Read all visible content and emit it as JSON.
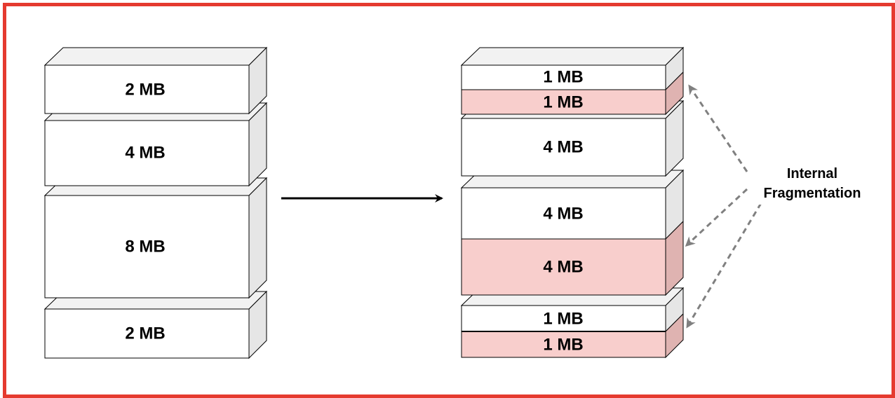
{
  "colors": {
    "border": "#e53a2f",
    "block_face": "#ffffff",
    "block_top": "#f2f2f2",
    "block_side": "#e6e6e6",
    "fragment_face": "#f8cecc",
    "fragment_side": "#dfb3b1",
    "arrow": "#000000",
    "dashed_arrow": "#808080"
  },
  "left_stack": {
    "blocks": [
      {
        "label": "2 MB"
      },
      {
        "label": "4 MB"
      },
      {
        "label": "8 MB"
      },
      {
        "label": "2 MB"
      }
    ]
  },
  "right_stack": {
    "blocks": [
      {
        "label": "1 MB",
        "fragment": false
      },
      {
        "label": "1 MB",
        "fragment": true
      },
      {
        "label": "4 MB",
        "fragment": false
      },
      {
        "label": "4 MB",
        "fragment": false
      },
      {
        "label": "4 MB",
        "fragment": true
      },
      {
        "label": "1 MB",
        "fragment": false
      },
      {
        "label": "1 MB",
        "fragment": true
      }
    ]
  },
  "annotation": {
    "line1": "Internal",
    "line2": "Fragmentation"
  }
}
